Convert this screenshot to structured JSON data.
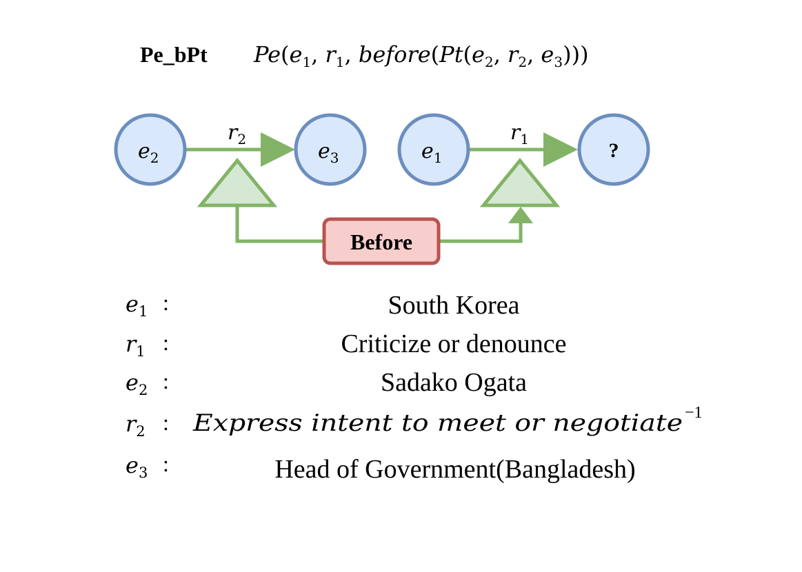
{
  "formula": {
    "name": "Pe_bPt",
    "pe": "Pe",
    "e1": "e",
    "e1_sub": "1",
    "r1": "r",
    "r1_sub": "1",
    "before": "before",
    "pt": "Pt",
    "e2": "e",
    "e2_sub": "2",
    "r2": "r",
    "r2_sub": "2",
    "e3": "e",
    "e3_sub": "3"
  },
  "diagram": {
    "node_e2": {
      "label": "e",
      "sub": "2"
    },
    "node_e3": {
      "label": "e",
      "sub": "3"
    },
    "node_e1": {
      "label": "e",
      "sub": "1"
    },
    "node_query": {
      "label": "?"
    },
    "edge_r2": {
      "label": "r",
      "sub": "2"
    },
    "edge_r1": {
      "label": "r",
      "sub": "1"
    },
    "before_box": {
      "label": "Before"
    }
  },
  "legend": [
    {
      "sym": "e",
      "sub": "1",
      "sep": ":",
      "value": "South Korea"
    },
    {
      "sym": "r",
      "sub": "1",
      "sep": ":",
      "value": "Criticize or denounce"
    },
    {
      "sym": "e",
      "sub": "2",
      "sep": ":",
      "value": "Sadako Ogata"
    },
    {
      "sym": "r",
      "sub": "2",
      "sep": ":",
      "value": "Express intent to meet or negotiate",
      "sup": "−1"
    },
    {
      "sym": "e",
      "sub": "3",
      "sep": ":",
      "value": "Head of Government(Bangladesh)"
    }
  ],
  "colors": {
    "node_fill": "#dae8fc",
    "node_stroke": "#6c8ebf",
    "edge": "#82b366",
    "triangle_fill": "#d5e8d4",
    "box_fill": "#f8cecc",
    "box_stroke": "#b85450"
  }
}
